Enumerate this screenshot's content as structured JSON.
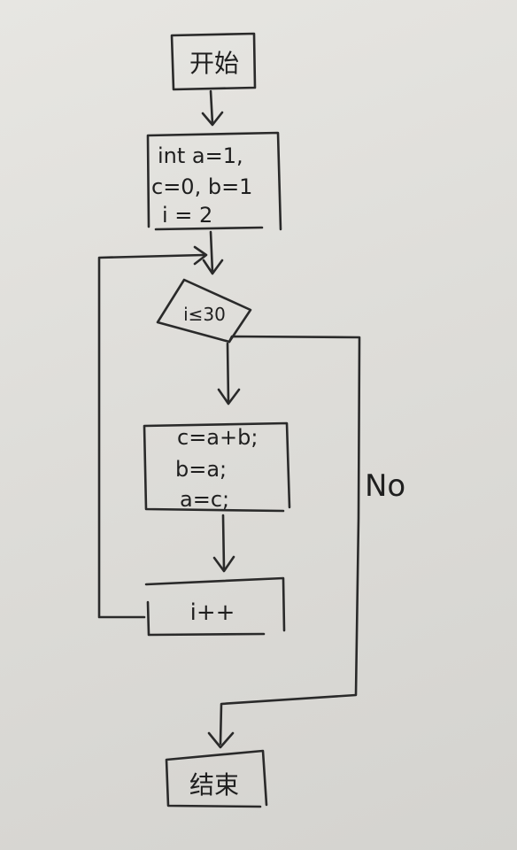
{
  "flowchart": {
    "start_label": "开始",
    "init_lines": [
      "int a=1,",
      "c=0, b=1",
      "i = 2"
    ],
    "condition_label": "i≤30",
    "body_lines": [
      "c=a+b;",
      "b=a;",
      "a=c;"
    ],
    "increment_label": "i++",
    "no_label": "No",
    "end_label": "结束"
  }
}
